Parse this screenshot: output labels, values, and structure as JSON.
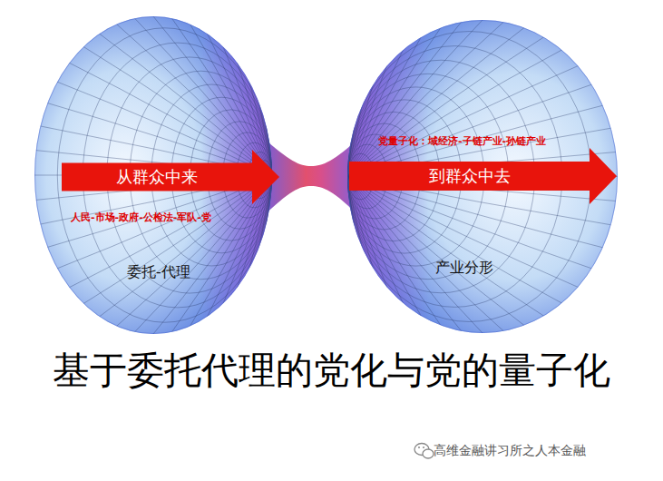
{
  "diagram": {
    "title": "基于委托代理的党化与党的量子化",
    "nodes": [
      {
        "text": [
          "人民-市场-政府-公检法-军队-党",
          "委托-代理"
        ]
      },
      {
        "text": [
          "从群众中来"
        ],
        "in": 0
      },
      {
        "text": [
          "党量子化：域经济-子链产业-孙链产业",
          "产业分形"
        ]
      },
      {
        "text": [
          "到群众中去"
        ],
        "in": 2
      }
    ],
    "labels": [
      "高维金融讲习所之人本金融"
    ]
  }
}
